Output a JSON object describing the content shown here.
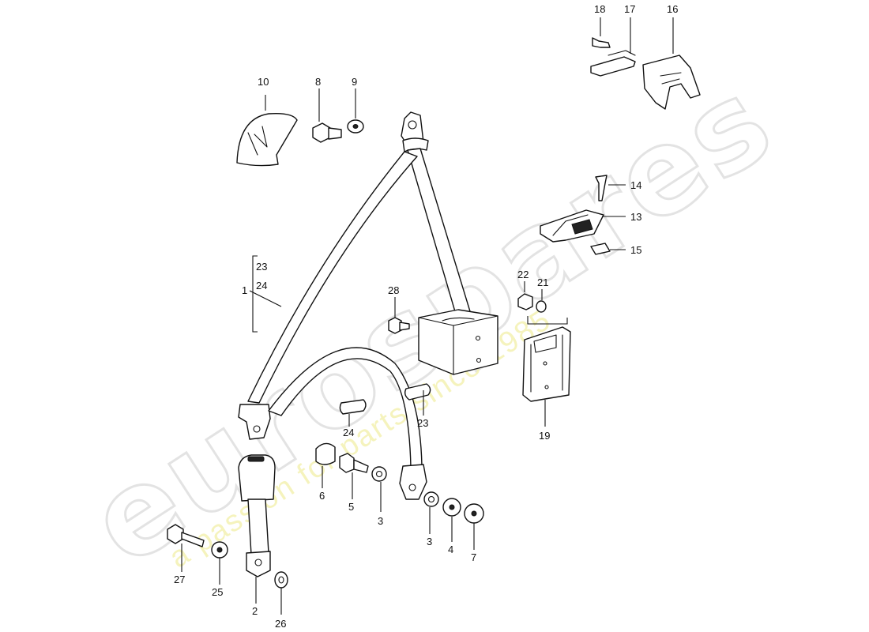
{
  "watermark": {
    "brand": "eurospares",
    "tagline": "a passion for parts since 1985"
  },
  "callouts": {
    "p1": "1",
    "p2": "2",
    "p3a": "3",
    "p3b": "3",
    "p4": "4",
    "p5": "5",
    "p6": "6",
    "p7": "7",
    "p8": "8",
    "p9": "9",
    "p10": "10",
    "p13": "13",
    "p14": "14",
    "p15": "15",
    "p16": "16",
    "p17": "17",
    "p18": "18",
    "p19": "19",
    "p21": "21",
    "p22": "22",
    "p23a": "23",
    "p23b": "23",
    "p24a": "24",
    "p24b": "24",
    "p25": "25",
    "p26": "26",
    "p27": "27",
    "p28": "28"
  }
}
